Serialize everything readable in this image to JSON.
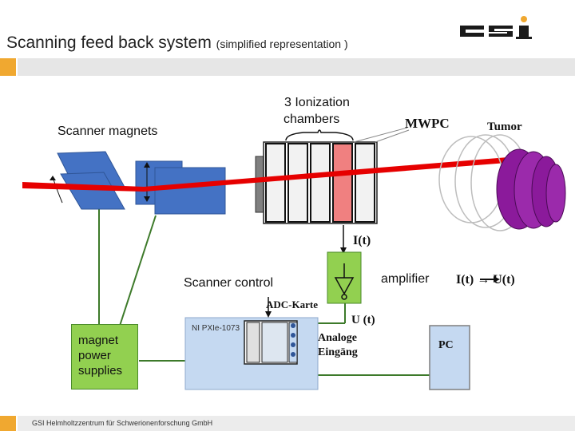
{
  "header": {
    "title": "Scanning feed back system",
    "subtitle": "(simplified representation )"
  },
  "logo": {
    "text": "GSI"
  },
  "labels": {
    "scanner_magnets": "Scanner magnets",
    "ionization_line1": "3 Ionization",
    "ionization_line2": "chambers",
    "mwpc": "MWPC",
    "tumor": "Tumor",
    "current": "I(t)",
    "amplifier": "amplifier",
    "conversion": "I(t) → U(t)",
    "scanner_control": "Scanner control",
    "adc_card": "ADC-Karte",
    "voltage": "U (t)",
    "analog_line1": "Analoge",
    "analog_line2": "Eingäng",
    "ni_device": "NI PXIe-1073",
    "pc": "PC",
    "magnet_power_supplies": "magnet\npower\nsupplies"
  },
  "footer": {
    "text": "GSI Helmholtzzentrum für Schwerionenforschung GmbH"
  },
  "colors": {
    "accent": "#f0a830",
    "beam": "#e60000",
    "magnet": "#4472c4",
    "chamber_active": "#f08080",
    "amplifier": "#92d050",
    "tumor": "#8b1a9b",
    "wire": "#3d7a2a"
  }
}
